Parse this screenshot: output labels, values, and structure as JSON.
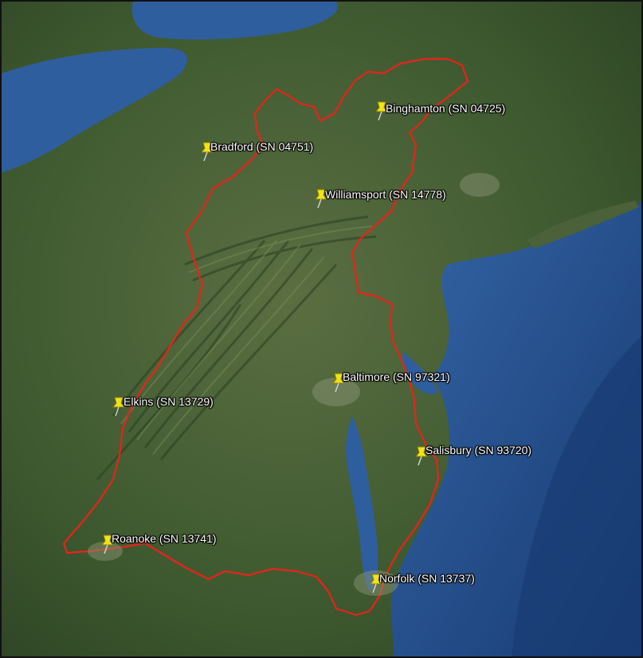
{
  "map": {
    "colors": {
      "land": "#3d5a2e",
      "land_dark": "#2c4423",
      "land_light": "#6a7f50",
      "water": "#2f5d9a",
      "water_deep": "#1c3f7a",
      "boundary": "#e8231a",
      "pin": "#f2e21a",
      "label": "#ffffff"
    },
    "markers": [
      {
        "id": "binghamton",
        "label": "Binghamton (SN 04725)",
        "icon": "pushpin-icon"
      },
      {
        "id": "bradford",
        "label": "Bradford (SN 04751)",
        "icon": "pushpin-icon"
      },
      {
        "id": "williamsport",
        "label": "Williamsport (SN 14778)",
        "icon": "pushpin-icon"
      },
      {
        "id": "baltimore",
        "label": "Baltimore (SN 97321)",
        "icon": "pushpin-icon"
      },
      {
        "id": "elkins",
        "label": "Elkins (SN 13729)",
        "icon": "pushpin-icon"
      },
      {
        "id": "salisbury",
        "label": "Salisbury (SN 93720)",
        "icon": "pushpin-icon"
      },
      {
        "id": "roanoke",
        "label": "Roanoke (SN 13741)",
        "icon": "pushpin-icon"
      },
      {
        "id": "norfolk",
        "label": "Norfolk (SN 13737)",
        "icon": "pushpin-icon"
      }
    ]
  }
}
